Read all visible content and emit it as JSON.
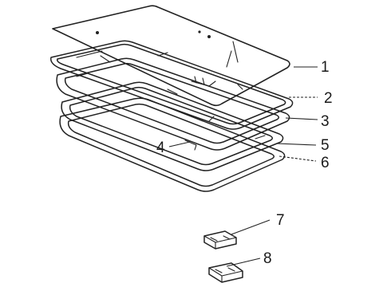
{
  "callouts": [
    {
      "number": "1"
    },
    {
      "number": "2"
    },
    {
      "number": "3"
    },
    {
      "number": "4"
    },
    {
      "number": "5"
    },
    {
      "number": "6"
    },
    {
      "number": "7"
    },
    {
      "number": "8"
    }
  ]
}
